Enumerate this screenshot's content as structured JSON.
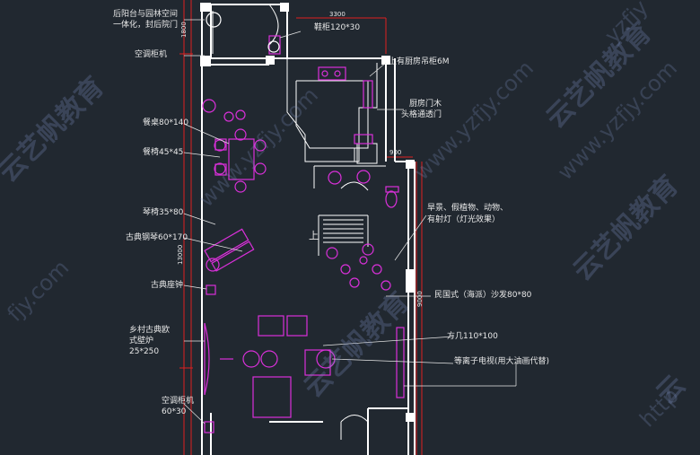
{
  "dimensions": {
    "top": "3300",
    "door_width": "900",
    "left_vertical": "1800",
    "mid_vertical": "13000",
    "right_vertical": "9000"
  },
  "labels": {
    "rear_balcony": "后阳台与园林空间",
    "rear_balcony_2": "一体化，封后院门",
    "shoe_cabinet": "鞋柜120*30",
    "ac_cabinet_top": "空调柜机",
    "kitchen_cabinet": "上有厨房吊柜6M",
    "kitchen_door": "厨房门木",
    "kitchen_door_2": "头格通透门",
    "dining_table": "餐桌80*140",
    "dining_chair": "餐椅45*45",
    "scenery": "旱景、假植物、动物、",
    "scenery_2": "有射灯（灯光效果）",
    "piano_stool": "琴椅35*80",
    "piano": "古典钢琴60*170",
    "up_stair": "上",
    "clock": "古典座钟",
    "sofa": "民国式（海派）沙发80*80",
    "fireplace": "乡村古典欧",
    "fireplace_2": "式壁炉",
    "fireplace_3": "25*250",
    "coffee_table": "方几110*100",
    "tv": "等离子电视(用大油画代替)",
    "ac_cabinet_bottom": "空调柜机",
    "ac_cabinet_bottom_2": "60*30"
  },
  "watermarks": {
    "brand": "云艺帆教育",
    "site": "www.yzfjy.com",
    "fragment_fjy": "fjy.com",
    "fragment_http": "http",
    "fragment_yzfjy": "yzfjy",
    "fragment_yun": "云"
  },
  "colors": {
    "background": "#212830",
    "wall": "#ffffff",
    "furniture": "#d930d9",
    "dimension": "#e02020",
    "annotation": "#e8e8e8"
  }
}
